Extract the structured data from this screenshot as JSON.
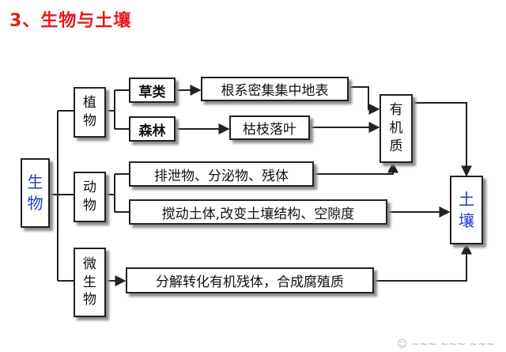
{
  "title": "3、生物与土壤",
  "organisms": "生物",
  "plants": "植物",
  "animals": "动物",
  "microbes": "微生物",
  "grass": "草类",
  "forest": "森林",
  "root_surface": "根系密集集中地表",
  "litter": "枯枝落叶",
  "excretion": "排泄物、分泌物、残体",
  "stir_soil": "搅动土体,改变土壤结构、空隙度",
  "decompose": "分解转化有机残体，合成腐殖质",
  "organic_matter": "有机质",
  "soil": "土壤",
  "colors": {
    "title": "#e8191b",
    "accent_text": "#1f3ccc",
    "line": "#222222"
  }
}
